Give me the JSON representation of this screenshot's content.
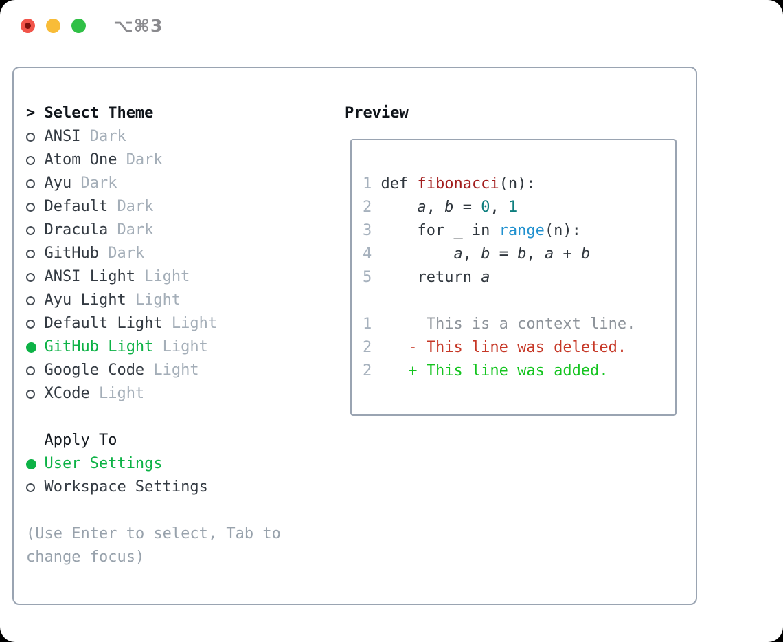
{
  "window": {
    "title": "⌥⌘3"
  },
  "theme_picker": {
    "header_prefix": ">",
    "header": "Select Theme",
    "themes": [
      {
        "name": "ANSI",
        "variant": "Dark",
        "selected": false
      },
      {
        "name": "Atom One",
        "variant": "Dark",
        "selected": false
      },
      {
        "name": "Ayu",
        "variant": "Dark",
        "selected": false
      },
      {
        "name": "Default",
        "variant": "Dark",
        "selected": false
      },
      {
        "name": "Dracula",
        "variant": "Dark",
        "selected": false
      },
      {
        "name": "GitHub",
        "variant": "Dark",
        "selected": false
      },
      {
        "name": "ANSI Light",
        "variant": "Light",
        "selected": false
      },
      {
        "name": "Ayu Light",
        "variant": "Light",
        "selected": false
      },
      {
        "name": "Default Light",
        "variant": "Light",
        "selected": false
      },
      {
        "name": "GitHub Light",
        "variant": "Light",
        "selected": true
      },
      {
        "name": "Google Code",
        "variant": "Light",
        "selected": false
      },
      {
        "name": "XCode",
        "variant": "Light",
        "selected": false
      }
    ],
    "apply_to": {
      "header": "Apply To",
      "options": [
        {
          "label": "User Settings",
          "selected": true
        },
        {
          "label": "Workspace Settings",
          "selected": false
        }
      ]
    },
    "hint": "(Use Enter to select, Tab to change focus)"
  },
  "preview": {
    "header": "Preview",
    "lines": [
      {
        "kind": "code-line",
        "num": "1",
        "tokens": [
          [
            "t",
            "def "
          ],
          [
            "f",
            "fibonacci"
          ],
          [
            "t",
            "(n):"
          ]
        ]
      },
      {
        "kind": "code-line",
        "num": "2",
        "tokens": [
          [
            "t",
            "    "
          ],
          [
            "v",
            "a"
          ],
          [
            "t",
            ", "
          ],
          [
            "v",
            "b"
          ],
          [
            "t",
            " = "
          ],
          [
            "n",
            "0"
          ],
          [
            "t",
            ", "
          ],
          [
            "n",
            "1"
          ]
        ]
      },
      {
        "kind": "code-line",
        "num": "3",
        "tokens": [
          [
            "t",
            "    for _ in "
          ],
          [
            "b",
            "range"
          ],
          [
            "t",
            "(n):"
          ]
        ]
      },
      {
        "kind": "code-line",
        "num": "4",
        "tokens": [
          [
            "t",
            "        "
          ],
          [
            "v",
            "a"
          ],
          [
            "t",
            ", "
          ],
          [
            "v",
            "b"
          ],
          [
            "t",
            " = "
          ],
          [
            "v",
            "b"
          ],
          [
            "t",
            ", "
          ],
          [
            "v",
            "a"
          ],
          [
            "t",
            " + "
          ],
          [
            "v",
            "b"
          ]
        ]
      },
      {
        "kind": "code-line",
        "num": "5",
        "tokens": [
          [
            "t",
            "    return "
          ],
          [
            "v",
            "a"
          ]
        ]
      },
      {
        "kind": "blank-line",
        "blank": true
      },
      {
        "kind": "diff-context-line",
        "num": "1",
        "tokens": [
          [
            "c",
            "     This is a context line."
          ]
        ]
      },
      {
        "kind": "diff-deleted-line",
        "num": "2",
        "tokens": [
          [
            "d",
            "   - This line was deleted."
          ]
        ]
      },
      {
        "kind": "diff-added-line",
        "num": "2",
        "tokens": [
          [
            "a",
            "   + This line was added."
          ]
        ]
      }
    ]
  },
  "colors": {
    "selection_green": "#0db246",
    "added_green": "#14c41f",
    "deleted_red": "#c63726",
    "function_red": "#a31d1d",
    "number_teal": "#0d7e7e",
    "builtin_blue": "#2191cf",
    "variant_gray": "#a4aeb8",
    "hint_gray": "#98a2ac",
    "line_number_gray": "#a6b1bd",
    "context_gray": "#8d939a",
    "border_gray": "#9aa4b2",
    "traffic_red": "#f1544a",
    "traffic_yellow": "#f8bc38",
    "traffic_green": "#30c046"
  }
}
